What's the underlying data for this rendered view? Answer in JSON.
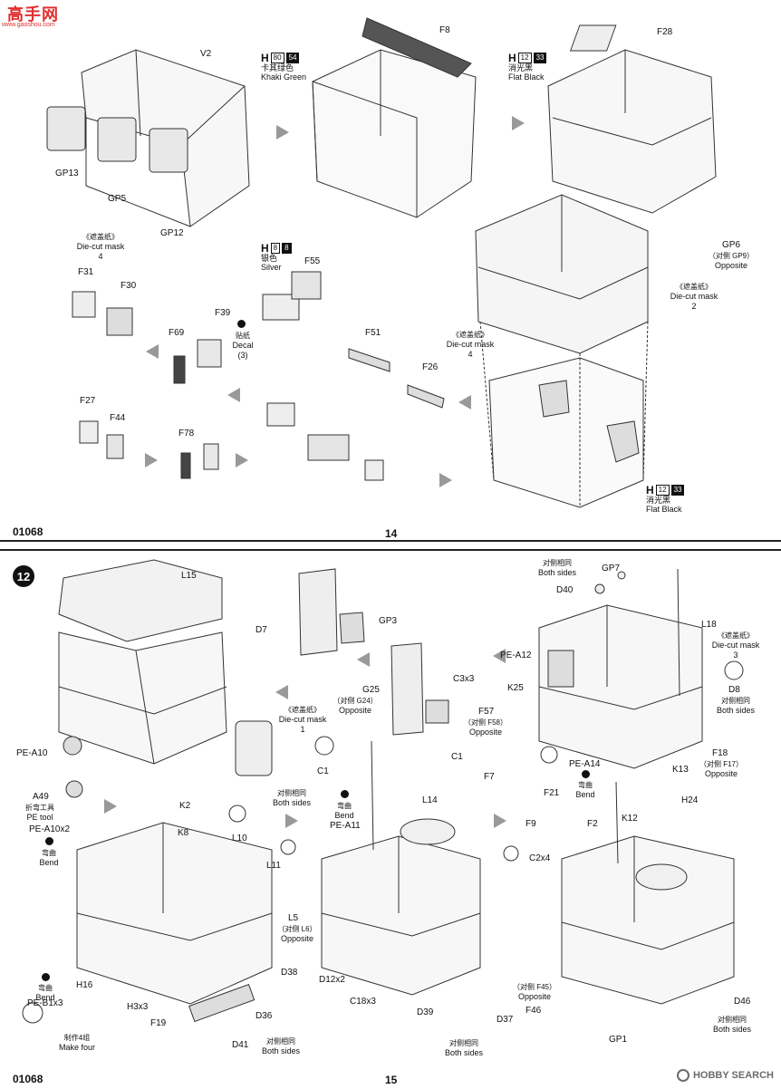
{
  "watermark_top": {
    "text": "高手网",
    "url": "www.gaoshou.com"
  },
  "page14": {
    "code": "01068",
    "page_number": "14",
    "labels": {
      "V2": "V2",
      "GP13": "GP13",
      "GP5": "GP5",
      "GP12": "GP12",
      "F8": "F8",
      "F28": "F28",
      "F31": "F31",
      "F30": "F30",
      "F55": "F55",
      "F39": "F39",
      "F69": "F69",
      "F51": "F51",
      "F26": "F26",
      "F27": "F27",
      "F44": "F44",
      "F78": "F78",
      "GP6": "GP6"
    },
    "mask4_left": {
      "cn": "《遮盖纸》",
      "en": "Die-cut mask",
      "num": "4"
    },
    "mask2": {
      "cn": "《遮盖纸》",
      "en": "Die-cut mask",
      "num": "2"
    },
    "mask4_right": {
      "cn": "《遮盖纸》",
      "en": "Die-cut mask",
      "num": "4"
    },
    "gp6_note": {
      "cn": "（对侧 GP9）",
      "en": "Opposite"
    },
    "decal": {
      "cn": "贴纸",
      "en": "Decal",
      "num": "(3)"
    },
    "paint_khaki": {
      "h": "H",
      "a": "80",
      "b": "54",
      "cn": "卡其绿色",
      "en": "Khaki Green"
    },
    "paint_black_top": {
      "h": "H",
      "a": "12",
      "b": "33",
      "cn": "消光黑",
      "en": "Flat Black"
    },
    "paint_silver": {
      "h": "H",
      "a": "8",
      "b": "8",
      "cn": "银色",
      "en": "Silver"
    },
    "paint_black_bottom": {
      "h": "H",
      "a": "12",
      "b": "33",
      "cn": "消光黑",
      "en": "Flat Black"
    }
  },
  "page15": {
    "code": "01068",
    "page_number": "15",
    "step": "12",
    "labels": {
      "L15": "L15",
      "D7": "D7",
      "GP3": "GP3",
      "GP7": "GP7",
      "D40": "D40",
      "L18": "L18",
      "PE_A12": "PE-A12",
      "K25": "K25",
      "D8": "D8",
      "C3x3": "C3x3",
      "G25": "G25",
      "F57": "F57",
      "C1a": "C1",
      "C1b": "C1",
      "PE_A10": "PE-A10",
      "PE_A14": "PE-A14",
      "F18": "F18",
      "K13": "K13",
      "A49": "A49",
      "K2": "K2",
      "PE_A10x2": "PE-A10x2",
      "K8": "K8",
      "L10": "L10",
      "L11": "L11",
      "PE_A11": "PE-A11",
      "L14": "L14",
      "F7": "F7",
      "F21": "F21",
      "F9": "F9",
      "F2": "F2",
      "K12": "K12",
      "H24": "H24",
      "C2x4": "C2x4",
      "L5": "L5",
      "D38": "D38",
      "D12x2": "D12x2",
      "C18x3": "C18x3",
      "H16": "H16",
      "H3x3": "H3x3",
      "PE_B1x3": "PE-B1x3",
      "F19": "F19",
      "D36": "D36",
      "D41": "D41",
      "D39": "D39",
      "D37": "D37",
      "F46": "F46",
      "GP1": "GP1",
      "D46": "D46"
    },
    "gp7_note": {
      "cn": "对侧相同",
      "en": "Both sides"
    },
    "mask3": {
      "cn": "《遮盖纸》",
      "en": "Die-cut mask",
      "num": "3"
    },
    "mask1": {
      "cn": "《遮盖纸》",
      "en": "Die-cut mask",
      "num": "1"
    },
    "d8_note": {
      "cn": "对侧相同",
      "en": "Both sides"
    },
    "g25_note": {
      "cn": "（对侧 G24）",
      "en": "Opposite"
    },
    "f57_note": {
      "cn": "（对侧 F58）",
      "en": "Opposite"
    },
    "c1_note": {
      "cn": "对侧相同",
      "en": "Both sides"
    },
    "pe_a14_bend": {
      "cn": "弯曲",
      "en": "Bend"
    },
    "f18_note": {
      "cn": "（对侧 F17）",
      "en": "Opposite"
    },
    "a49_note": {
      "cn": "折弯工具",
      "en": "PE tool"
    },
    "pe_a10_bend": {
      "cn": "弯曲",
      "en": "Bend"
    },
    "pe_a11_bend": {
      "cn": "弯曲",
      "en": "Bend"
    },
    "l5_note": {
      "cn": "（对侧 L6）",
      "en": "Opposite"
    },
    "pe_b1_bend": {
      "cn": "弯曲",
      "en": "Bend"
    },
    "make_four": {
      "cn": "制作4组",
      "en": "Make four"
    },
    "d41_note": {
      "cn": "对侧相同",
      "en": "Both sides"
    },
    "d39_note": {
      "cn": "对侧相同",
      "en": "Both sides"
    },
    "f45_note": {
      "cn": "（对侧 F45）",
      "en": "Opposite"
    },
    "d46_note": {
      "cn": "对侧相同",
      "en": "Both sides"
    }
  },
  "watermark_bottom": {
    "text": "HOBBY SEARCH"
  }
}
